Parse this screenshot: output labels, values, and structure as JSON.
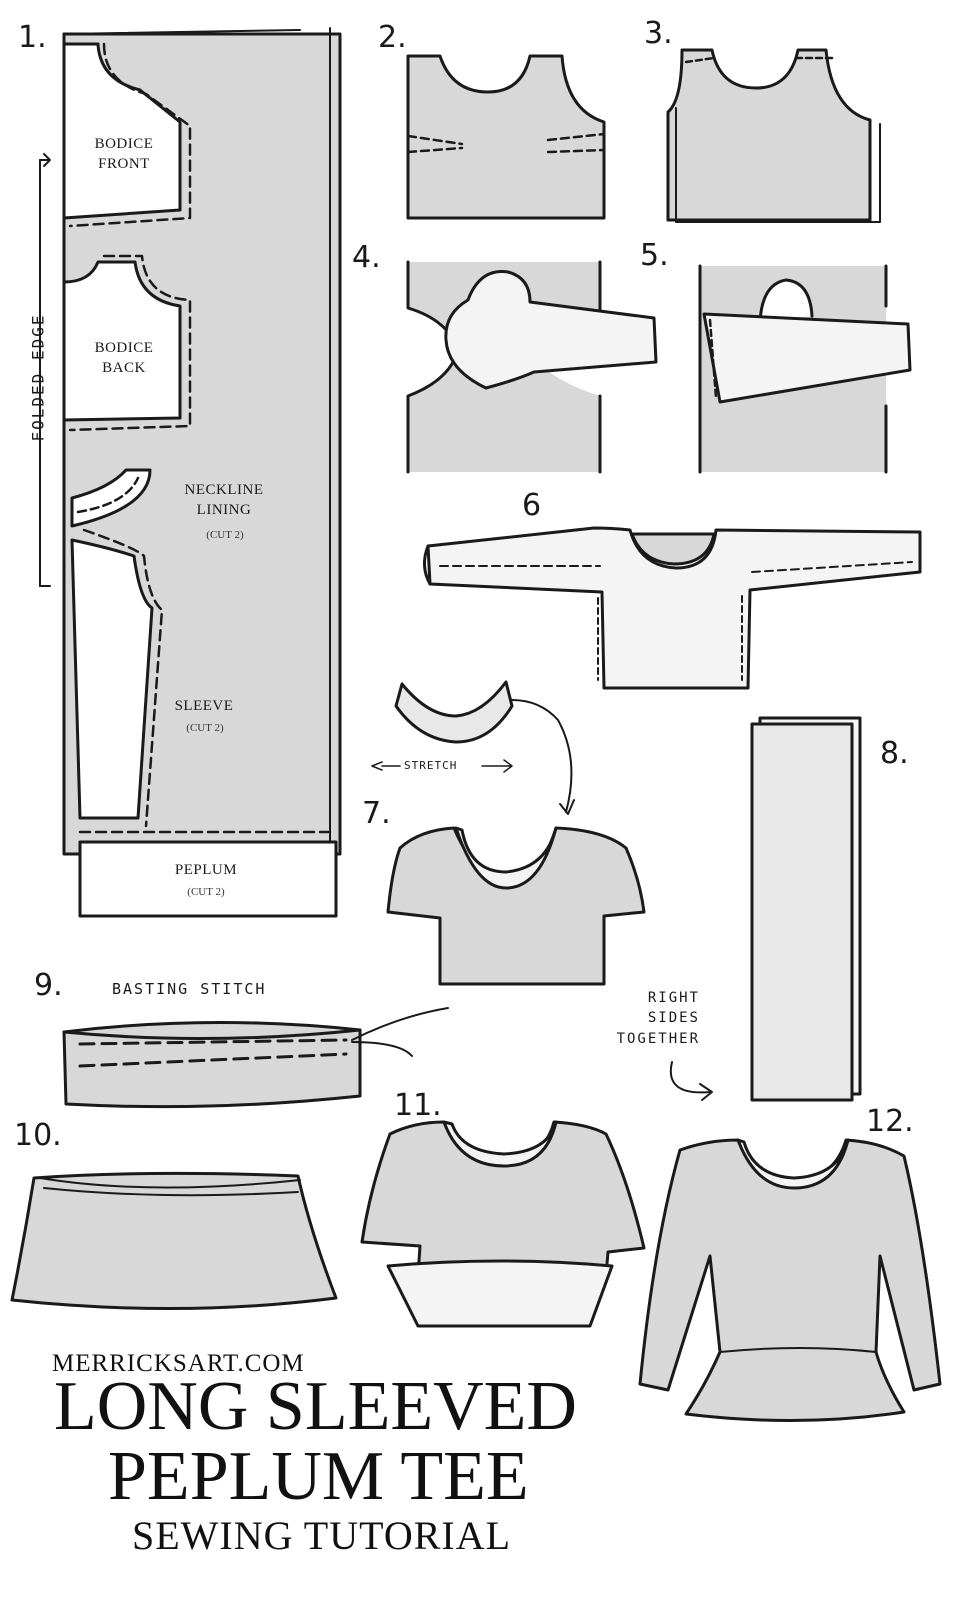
{
  "pattern": {
    "bodice_front": "BODICE\nFRONT",
    "bodice_back": "BODICE\nBACK",
    "neckline_lining": "NECKLINE\nLINING",
    "neckline_lining_note": "(CUT 2)",
    "sleeve": "SLEEVE",
    "sleeve_note": "(CUT 2)",
    "peplum": "PEPLUM",
    "peplum_note": "(CUT 2)",
    "folded_edge": "FOLDED EDGE"
  },
  "steps": [
    "1.",
    "2.",
    "3.",
    "4.",
    "5.",
    "6",
    "7.",
    "8.",
    "9.",
    "10.",
    "11.",
    "12."
  ],
  "annotations": {
    "stretch": "STRETCH",
    "basting_stitch": "BASTING STITCH",
    "right_sides_together": "RIGHT\nSIDES\nTOGETHER"
  },
  "footer": {
    "site": "MERRICKSART.COM",
    "title_line1": "LONG SLEEVED",
    "title_line2": "PEPLUM TEE",
    "subtitle": "SEWING TUTORIAL"
  },
  "colors": {
    "fabric": "#d8d8d8",
    "line": "#1a1a1a",
    "paper": "#ffffff"
  }
}
